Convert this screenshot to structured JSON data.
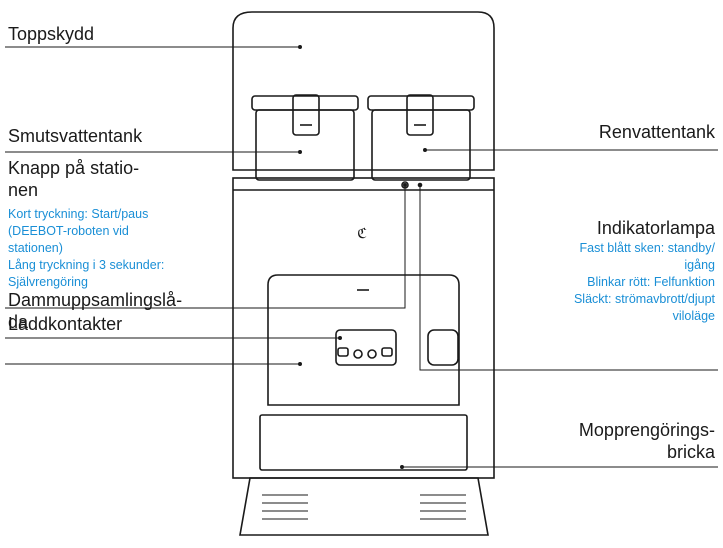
{
  "labels": {
    "toppskydd": "Toppskydd",
    "smutsvattentank": "Smutsvattentank",
    "knapp_line1": "Knapp på statio-",
    "knapp_line2": "nen",
    "knapp_desc": [
      "Kort tryckning: Start/paus",
      "(DEEBOT-roboten vid",
      "stationen)",
      "Lång tryckning i 3 sekunder:",
      "Självrengöring"
    ],
    "dammuppsamling_line1": "Dammuppsamlingslå-",
    "dammuppsamling_line2": "da",
    "laddkontakter": "Laddkontakter",
    "renvattentank": "Renvattentank",
    "indikatorlampa": "Indikatorlampa",
    "indikator_desc": [
      "Fast blått sken: standby/",
      "igång",
      "Blinkar rött: Felfunktion",
      "Släckt: strömavbrott/djupt",
      "viloläge"
    ],
    "mopp_line1": "Mopprengörings-",
    "mopp_line2": "bricka"
  },
  "colors": {
    "accent_text": "#1a8fd6",
    "line": "#1a1a1a",
    "device_stroke": "#1a1a1a"
  }
}
